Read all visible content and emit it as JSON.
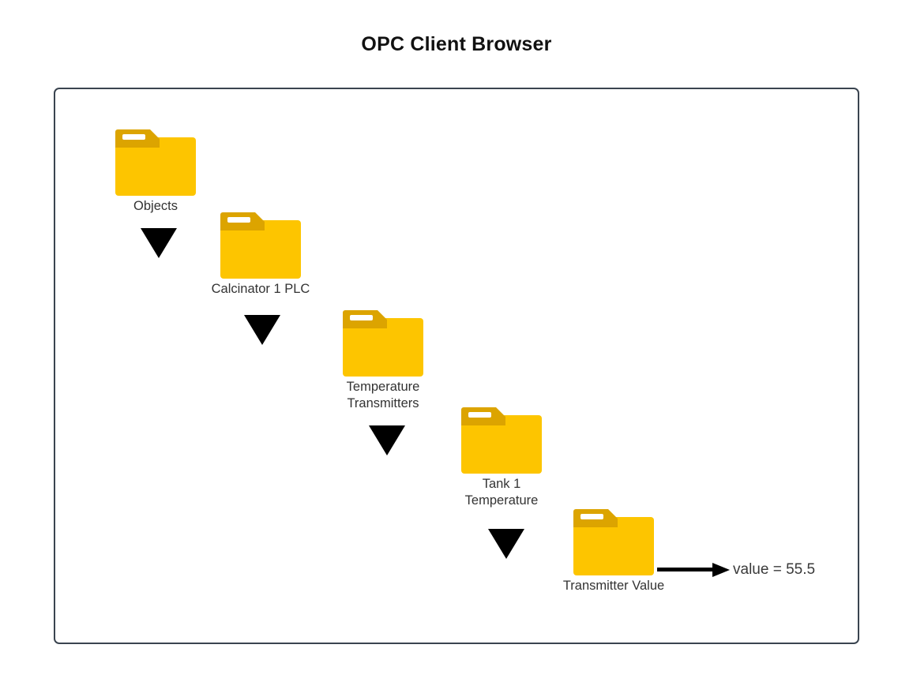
{
  "page": {
    "title": "OPC Client Browser",
    "background": "#ffffff",
    "frame_border_color": "#3a4450"
  },
  "colors": {
    "folder_body": "#fdc500",
    "folder_tab": "#dca400",
    "folder_tab_bar": "#ffffff",
    "arrow": "#000000",
    "label_text": "#333333",
    "title_text": "#111111"
  },
  "diagram": {
    "type": "hierarchy-drilldown",
    "orientation": "top-left to bottom-right cascade",
    "nodes": [
      {
        "id": "objects",
        "icon": "folder-icon",
        "label": "Objects",
        "level": 1
      },
      {
        "id": "calcinator-1-plc",
        "icon": "folder-icon",
        "label": "Calcinator 1 PLC",
        "level": 2
      },
      {
        "id": "temperature-transmitters",
        "icon": "folder-icon",
        "label": "Temperature\nTransmitters",
        "level": 3
      },
      {
        "id": "tank-1-temperature",
        "icon": "folder-icon",
        "label": "Tank 1\nTemperature",
        "level": 4
      },
      {
        "id": "transmitter-value",
        "icon": "folder-icon",
        "label": "Transmitter Value",
        "level": 5
      }
    ],
    "connectors": [
      {
        "id": "arrow-1",
        "icon": "triangle-down-icon",
        "from": "objects",
        "to": "calcinator-1-plc"
      },
      {
        "id": "arrow-2",
        "icon": "triangle-down-icon",
        "from": "calcinator-1-plc",
        "to": "temperature-transmitters"
      },
      {
        "id": "arrow-3",
        "icon": "triangle-down-icon",
        "from": "temperature-transmitters",
        "to": "tank-1-temperature"
      },
      {
        "id": "arrow-4",
        "icon": "triangle-down-icon",
        "from": "tank-1-temperature",
        "to": "transmitter-value"
      },
      {
        "id": "arrow-value",
        "icon": "arrow-right-icon",
        "from": "transmitter-value",
        "to": "value-readout"
      }
    ],
    "value_readout": {
      "id": "value-readout",
      "text": "value = 55.5",
      "variable": "value",
      "number": "55.5"
    }
  }
}
